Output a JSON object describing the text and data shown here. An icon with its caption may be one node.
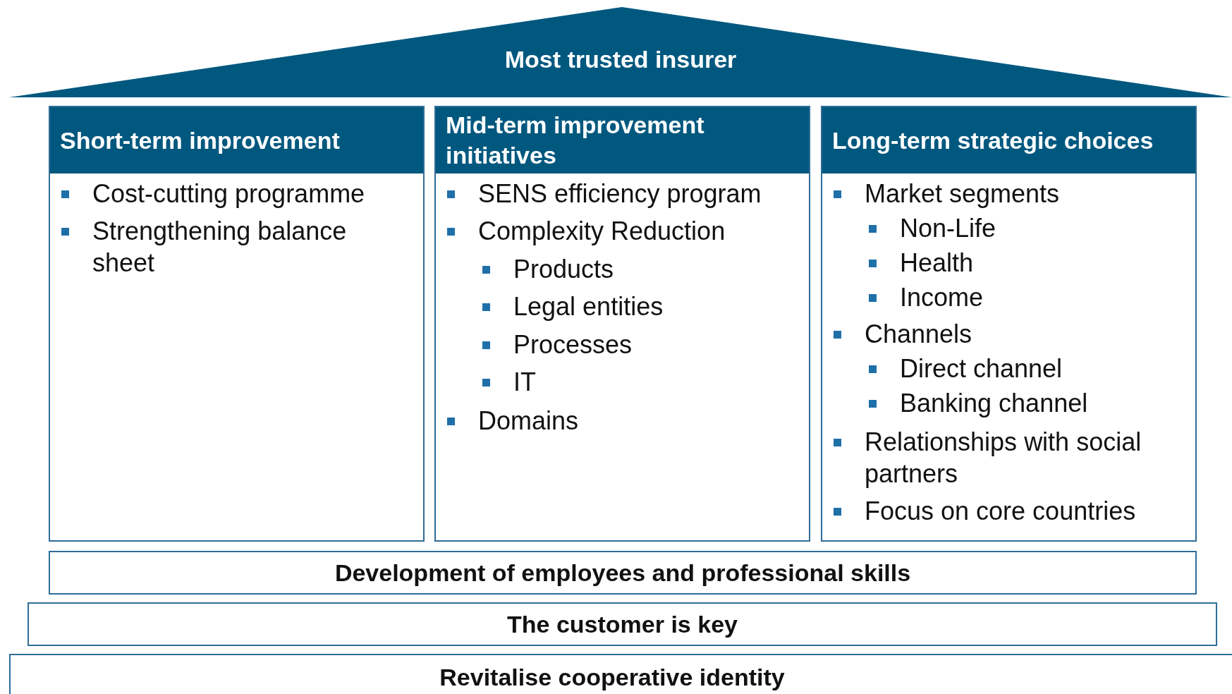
{
  "diagram": {
    "nodes": [
      {
        "text": [
          "Most trusted insurer"
        ]
      },
      {
        "text": [
          "Short-term improvement",
          "Cost-cutting programme",
          "Strengthening balance sheet"
        ]
      },
      {
        "text": [
          "Mid-term improvement initiatives",
          "SENS efficiency program",
          "Complexity Reduction",
          "Products",
          "Legal entities",
          "Processes",
          "IT",
          "Domains"
        ]
      },
      {
        "text": [
          "Long-term strategic choices",
          "Market segments",
          "Non-Life",
          "Health",
          "Income",
          "Channels",
          "Direct channel",
          "Banking channel",
          "Relationships with social partners",
          "Focus on core countries"
        ]
      },
      {
        "text": [
          "Development of employees and professional skills"
        ]
      },
      {
        "text": [
          "The customer is key"
        ]
      },
      {
        "text": [
          "Revitalise cooperative identity"
        ]
      }
    ],
    "edges": []
  }
}
